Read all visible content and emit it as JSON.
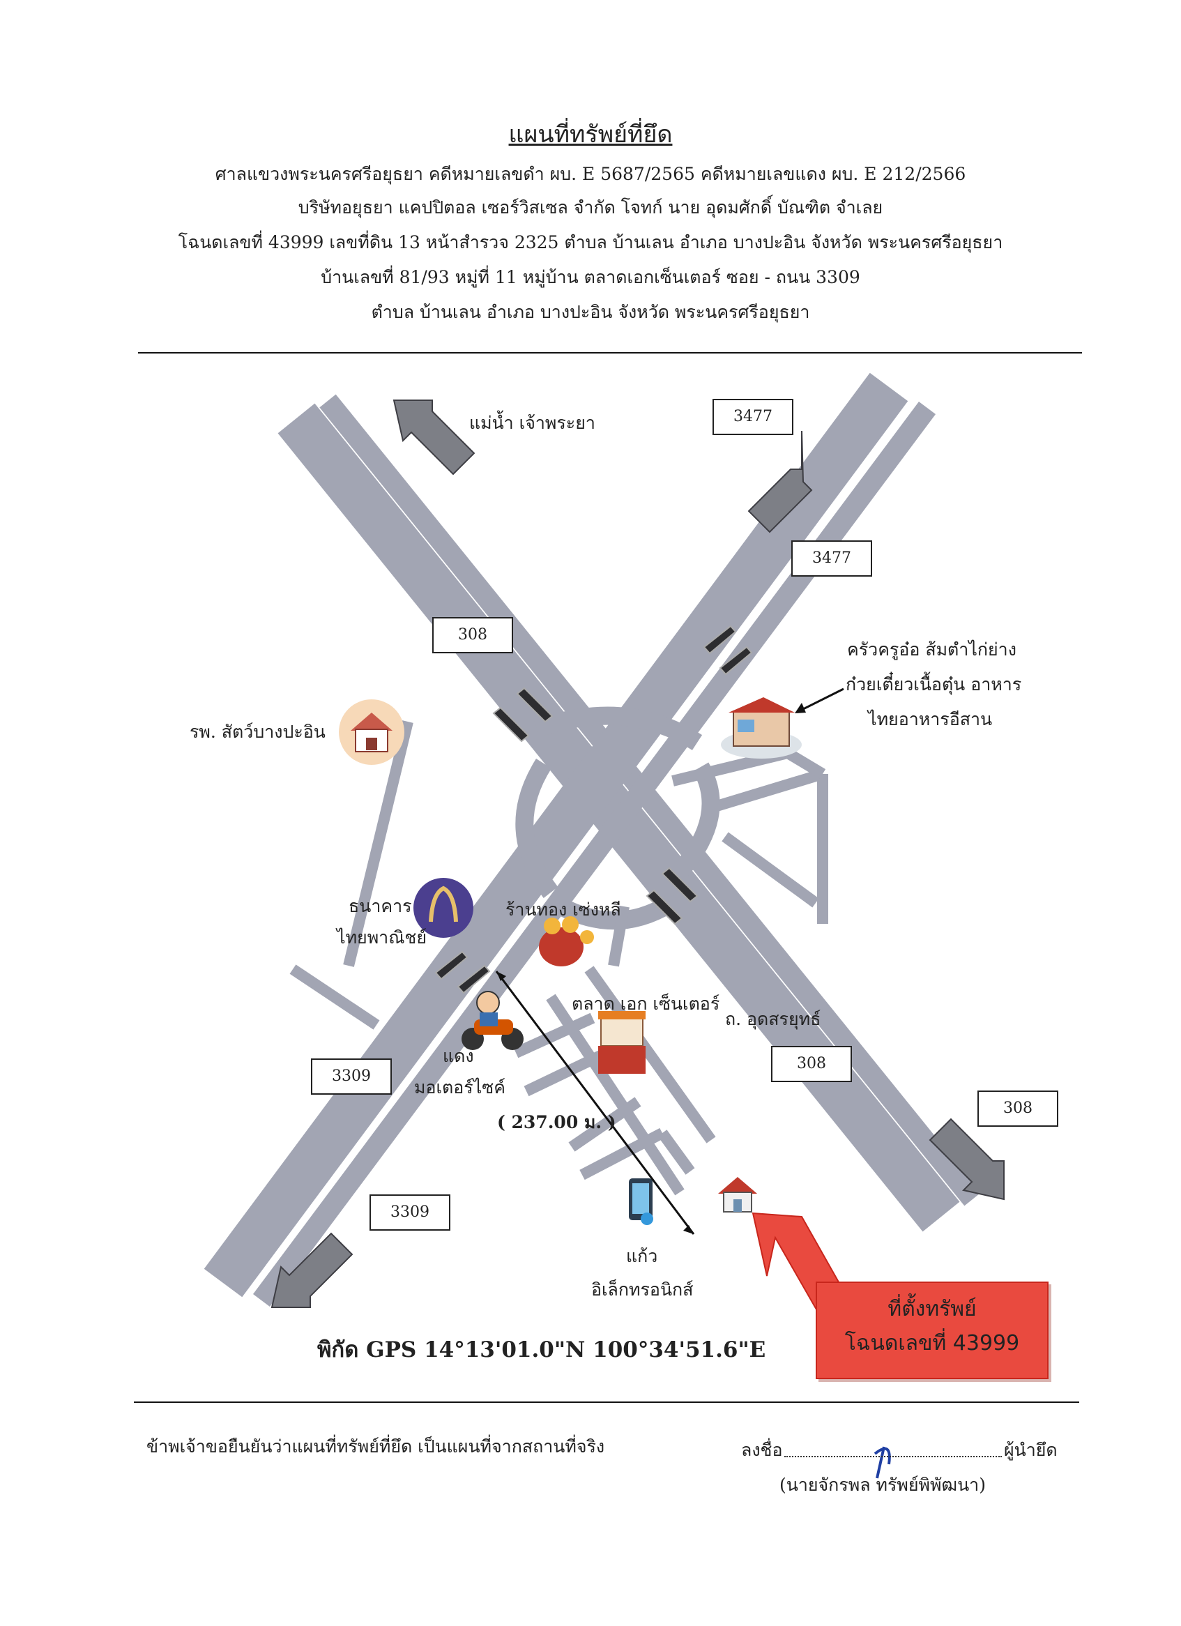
{
  "header": {
    "title": "แผนที่ทรัพย์ที่ยึด",
    "line1": "ศาลแขวงพระนครศรีอยุธยา คดีหมายเลขดำ ผบ. E 5687/2565  คดีหมายเลขแดง ผบ. E 212/2566",
    "line2": "บริษัทอยุธยา แคปปิตอล เซอร์วิสเซล จำกัด  โจทก์  นาย อุดมศักดิ์ บัณฑิต  จำเลย",
    "line3": "โฉนดเลขที่ 43999 เลขที่ดิน 13 หน้าสำรวจ 2325  ตำบล บ้านเลน  อำเภอ บางปะอิน จังหวัด พระนครศรีอยุธยา",
    "line4": "บ้านเลขที่  81/93   หมู่ที่ 11    หมู่บ้าน ตลาดเอกเซ็นเตอร์  ซอย -  ถนน 3309",
    "line5": "ตำบล บ้านเลน  อำเภอ บางปะอิน จังหวัด พระนครศรีอยุธยา"
  },
  "map": {
    "road_boxes": {
      "r3477_top": "3477",
      "r3477_mid": "3477",
      "r308_top": "308",
      "r308_right": "308",
      "r308_far": "308",
      "r3309_left": "3309",
      "r3309_bottom": "3309"
    },
    "landmarks": {
      "river": "แม่น้ำ เจ้าพระยา",
      "vet_hospital": "รพ. สัตว์บางปะอิน",
      "restaurant_1": "ครัวครูอ๋อ ส้มตำไก่ย่าง",
      "restaurant_2": "ก๋วยเตี๋ยวเนื้อตุ๋น อาหาร",
      "restaurant_3": "ไทยอาหารอีสาน",
      "bank_1": "ธนาคาร",
      "bank_2": "ไทยพาณิชย์",
      "gold_shop": "ร้านทอง เซ่งหลี",
      "market": "ตลาด เอก เซ็นเตอร์",
      "road_name": "ถ. อุดสรยุทธ์",
      "moto_1": "แดง",
      "moto_2": "มอเตอร์ไซค์",
      "distance": "( 237.00 ม. )",
      "elec_1": "แก้ว",
      "elec_2": "อิเล็กทรอนิกส์"
    },
    "property_label_1": "ที่ตั้งทรัพย์",
    "property_label_2": "โฉนดเลขที่ 43999",
    "gps": "พิกัด GPS 14°13'01.0\"N 100°34'51.6\"E",
    "colors": {
      "road": "#a2a5b3",
      "arrow": "#7d7f86",
      "redbox": "#e94a3f"
    }
  },
  "footer": {
    "statement": "ข้าพเจ้าขอยืนยันว่าแผนที่ทรัพย์ที่ยึด เป็นแผนที่จากสถานที่จริง",
    "sign_prefix": "ลงชื่อ",
    "sign_suffix": "ผู้นำยึด",
    "signer": "(นายจักรพล   ทรัพย์พิพัฒนา)"
  }
}
